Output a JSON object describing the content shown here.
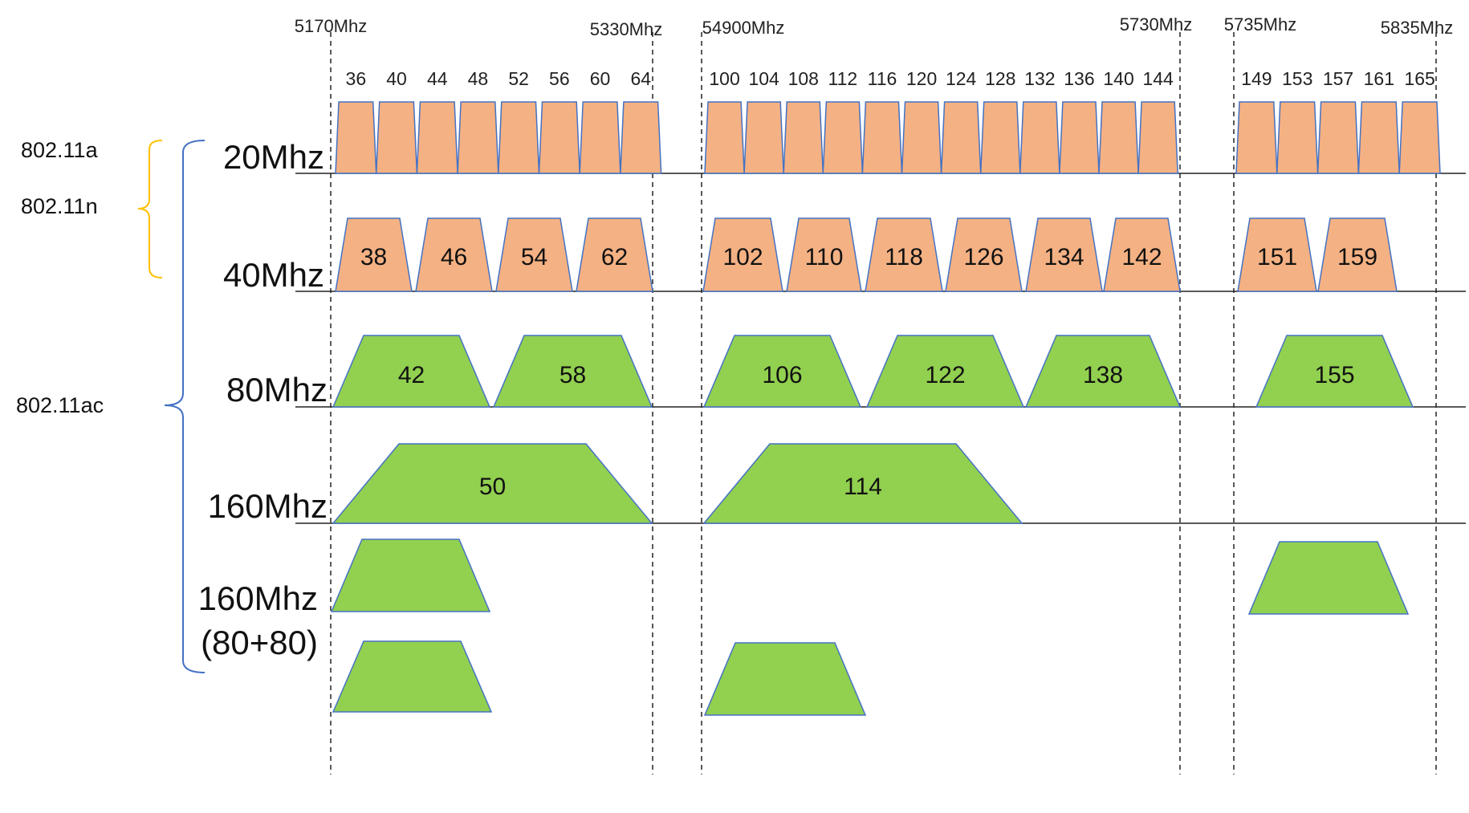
{
  "frequency_labels": [
    "5170Mhz",
    "5330Mhz",
    "54900Mhz",
    "5730Mhz",
    "5735Mhz",
    "5835Mhz"
  ],
  "standards": [
    "802.11a",
    "802.11n",
    "802.11ac"
  ],
  "bandwidth_labels": [
    "20Mhz",
    "40Mhz",
    "80Mhz",
    "160Mhz",
    "160Mhz",
    "(80+80)"
  ],
  "channels_20": [
    "36",
    "40",
    "44",
    "48",
    "52",
    "56",
    "60",
    "64",
    "100",
    "104",
    "108",
    "112",
    "116",
    "120",
    "124",
    "128",
    "132",
    "136",
    "140",
    "144",
    "149",
    "153",
    "157",
    "161",
    "165"
  ],
  "channels_40": [
    "38",
    "46",
    "54",
    "62",
    "102",
    "110",
    "118",
    "126",
    "134",
    "142",
    "151",
    "159"
  ],
  "channels_80": [
    "42",
    "58",
    "106",
    "122",
    "138",
    "155"
  ],
  "channels_160": [
    "50",
    "114"
  ],
  "colors": {
    "orange": "#f4b183",
    "green": "#92d050",
    "edge": "#4472c4",
    "bracket_a": "#ffc000",
    "bracket_ac": "#4472c4"
  }
}
